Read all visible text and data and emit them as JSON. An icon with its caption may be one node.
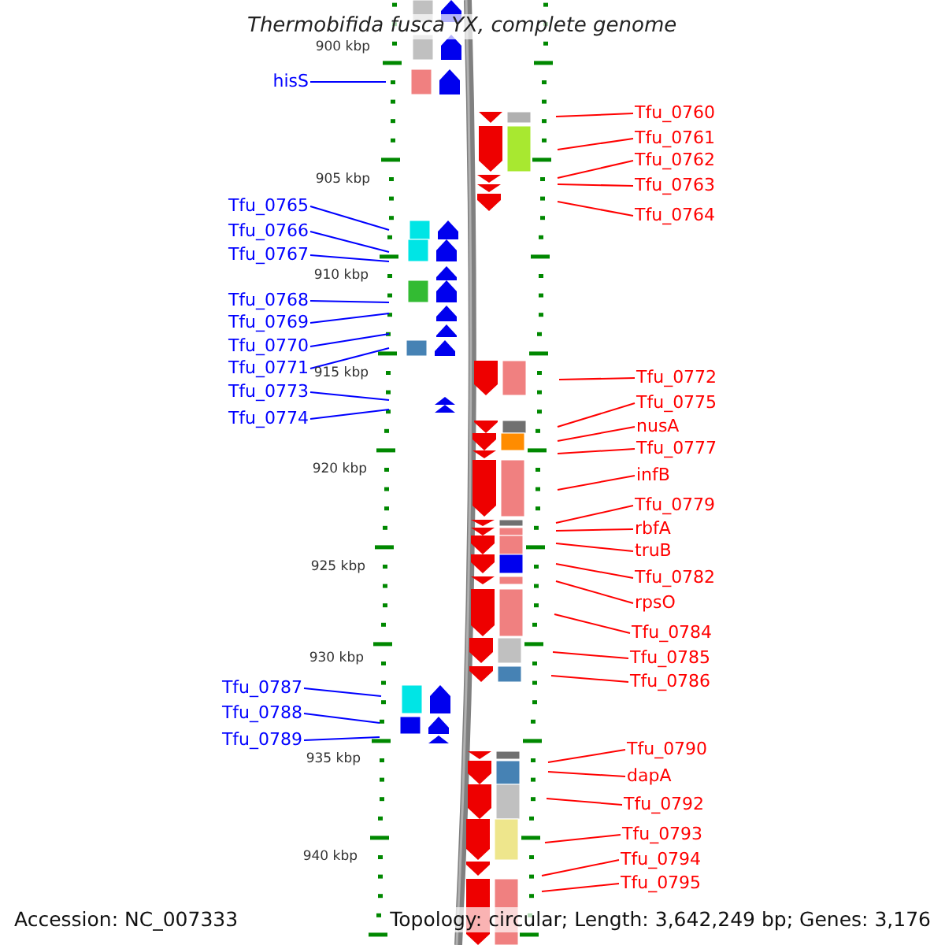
{
  "diagram": {
    "title": "Thermobifida fusca YX, complete genome",
    "nodes": [
      {
        "text": [
          "hisS"
        ]
      },
      {
        "text": [
          "Tfu_0765"
        ]
      },
      {
        "text": [
          "Tfu_0766"
        ]
      },
      {
        "text": [
          "Tfu_0767"
        ]
      },
      {
        "text": [
          "Tfu_0768"
        ]
      },
      {
        "text": [
          "Tfu_0769"
        ]
      },
      {
        "text": [
          "Tfu_0770"
        ]
      },
      {
        "text": [
          "Tfu_0771"
        ]
      },
      {
        "text": [
          "Tfu_0773"
        ]
      },
      {
        "text": [
          "Tfu_0774"
        ]
      },
      {
        "text": [
          "Tfu_0787"
        ]
      },
      {
        "text": [
          "Tfu_0788"
        ]
      },
      {
        "text": [
          "Tfu_0789"
        ]
      },
      {
        "text": [
          "Tfu_0760"
        ]
      },
      {
        "text": [
          "Tfu_0761"
        ]
      },
      {
        "text": [
          "Tfu_0762"
        ]
      },
      {
        "text": [
          "Tfu_0763"
        ]
      },
      {
        "text": [
          "Tfu_0764"
        ]
      },
      {
        "text": [
          "Tfu_0772"
        ]
      },
      {
        "text": [
          "Tfu_0775"
        ]
      },
      {
        "text": [
          "nusA"
        ]
      },
      {
        "text": [
          "Tfu_0777"
        ]
      },
      {
        "text": [
          "infB"
        ]
      },
      {
        "text": [
          "Tfu_0779"
        ]
      },
      {
        "text": [
          "rbfA"
        ]
      },
      {
        "text": [
          "truB"
        ]
      },
      {
        "text": [
          "Tfu_0782"
        ]
      },
      {
        "text": [
          "rpsO"
        ]
      },
      {
        "text": [
          "Tfu_0784"
        ]
      },
      {
        "text": [
          "Tfu_0785"
        ]
      },
      {
        "text": [
          "Tfu_0786"
        ]
      },
      {
        "text": [
          "Tfu_0790"
        ]
      },
      {
        "text": [
          "dapA"
        ]
      },
      {
        "text": [
          "Tfu_0792"
        ]
      },
      {
        "text": [
          "Tfu_0793"
        ]
      },
      {
        "text": [
          "Tfu_0794"
        ]
      },
      {
        "text": [
          "Tfu_0795"
        ]
      }
    ],
    "edges": [
      {
        "from": 0,
        "to": null,
        "arrow": "none",
        "color": "#0000ff"
      },
      {
        "from": 1,
        "to": null,
        "arrow": "none",
        "color": "#0000ff"
      },
      {
        "from": 2,
        "to": null,
        "arrow": "none",
        "color": "#0000ff"
      },
      {
        "from": 3,
        "to": null,
        "arrow": "none",
        "color": "#0000ff"
      },
      {
        "from": 4,
        "to": null,
        "arrow": "none",
        "color": "#0000ff"
      },
      {
        "from": 5,
        "to": null,
        "arrow": "none",
        "color": "#0000ff"
      },
      {
        "from": 6,
        "to": null,
        "arrow": "none",
        "color": "#0000ff"
      },
      {
        "from": 7,
        "to": null,
        "arrow": "none",
        "color": "#0000ff"
      },
      {
        "from": 8,
        "to": null,
        "arrow": "none",
        "color": "#0000ff"
      },
      {
        "from": 9,
        "to": null,
        "arrow": "none",
        "color": "#0000ff"
      },
      {
        "from": 10,
        "to": null,
        "arrow": "none",
        "color": "#0000ff"
      },
      {
        "from": 11,
        "to": null,
        "arrow": "none",
        "color": "#0000ff"
      },
      {
        "from": 12,
        "to": null,
        "arrow": "none",
        "color": "#0000ff"
      },
      {
        "from": 13,
        "to": null,
        "arrow": "none"
      },
      {
        "from": 14,
        "to": null,
        "arrow": "none"
      },
      {
        "from": 15,
        "to": null,
        "arrow": "none"
      },
      {
        "from": 16,
        "to": null,
        "arrow": "none"
      },
      {
        "from": 17,
        "to": null,
        "arrow": "none"
      },
      {
        "from": 18,
        "to": null,
        "arrow": "none"
      },
      {
        "from": 19,
        "to": null,
        "arrow": "none"
      },
      {
        "from": 20,
        "to": null,
        "arrow": "none"
      },
      {
        "from": 21,
        "to": null,
        "arrow": "none"
      },
      {
        "from": 22,
        "to": null,
        "arrow": "none"
      },
      {
        "from": 23,
        "to": null,
        "arrow": "none"
      },
      {
        "from": 24,
        "to": null,
        "arrow": "none"
      },
      {
        "from": 25,
        "to": null,
        "arrow": "none"
      },
      {
        "from": 26,
        "to": null,
        "arrow": "none"
      },
      {
        "from": 27,
        "to": null,
        "arrow": "none"
      },
      {
        "from": 28,
        "to": null,
        "arrow": "none"
      },
      {
        "from": 29,
        "to": null,
        "arrow": "none"
      },
      {
        "from": 30,
        "to": null,
        "arrow": "none"
      },
      {
        "from": 31,
        "to": null,
        "arrow": "none"
      },
      {
        "from": 32,
        "to": null,
        "arrow": "none"
      },
      {
        "from": 33,
        "to": null,
        "arrow": "none"
      },
      {
        "from": 34,
        "to": null,
        "arrow": "none"
      },
      {
        "from": 35,
        "to": null,
        "arrow": "none"
      },
      {
        "from": 36,
        "to": null,
        "arrow": "none"
      }
    ],
    "labels": [
      "900 kbp",
      "905 kbp",
      "910 kbp",
      "915 kbp",
      "920 kbp",
      "925 kbp",
      "930 kbp",
      "935 kbp",
      "940 kbp",
      "Accession: NC_007333",
      "Topology: circular; Length: 3,642,249 bp; Genes: 3,176"
    ]
  }
}
